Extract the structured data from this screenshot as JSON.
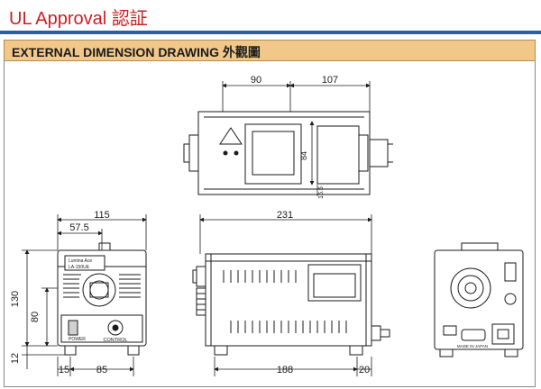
{
  "header": {
    "title": "UL Approval 認証",
    "section_label": "EXTERNAL DIMENSION DRAWING 外觀圖"
  },
  "dimensions": {
    "top_left_width": "90",
    "top_right_width": "107",
    "top_height": "84",
    "top_small": "15.5",
    "front_width": "115",
    "front_inner": "57.5",
    "front_height": "130",
    "front_mid": "80",
    "front_bottom": "12",
    "front_left_offset": "15",
    "front_base": "85",
    "side_width": "231",
    "side_base": "188",
    "side_right_offset": "20"
  },
  "panel_labels": {
    "nameplate_brand": "Lumina  Ace",
    "nameplate_model": "LA-150UE",
    "control_label": "CONTROL",
    "power_switch_label": "POWER",
    "back_bottom_label": "MADE IN JAPAN"
  },
  "colors": {
    "title_red": "#cc1f1f",
    "rule_blue": "#2a5fa8",
    "bar_fill": "#f2c88a",
    "line": "#1a1a1a"
  }
}
